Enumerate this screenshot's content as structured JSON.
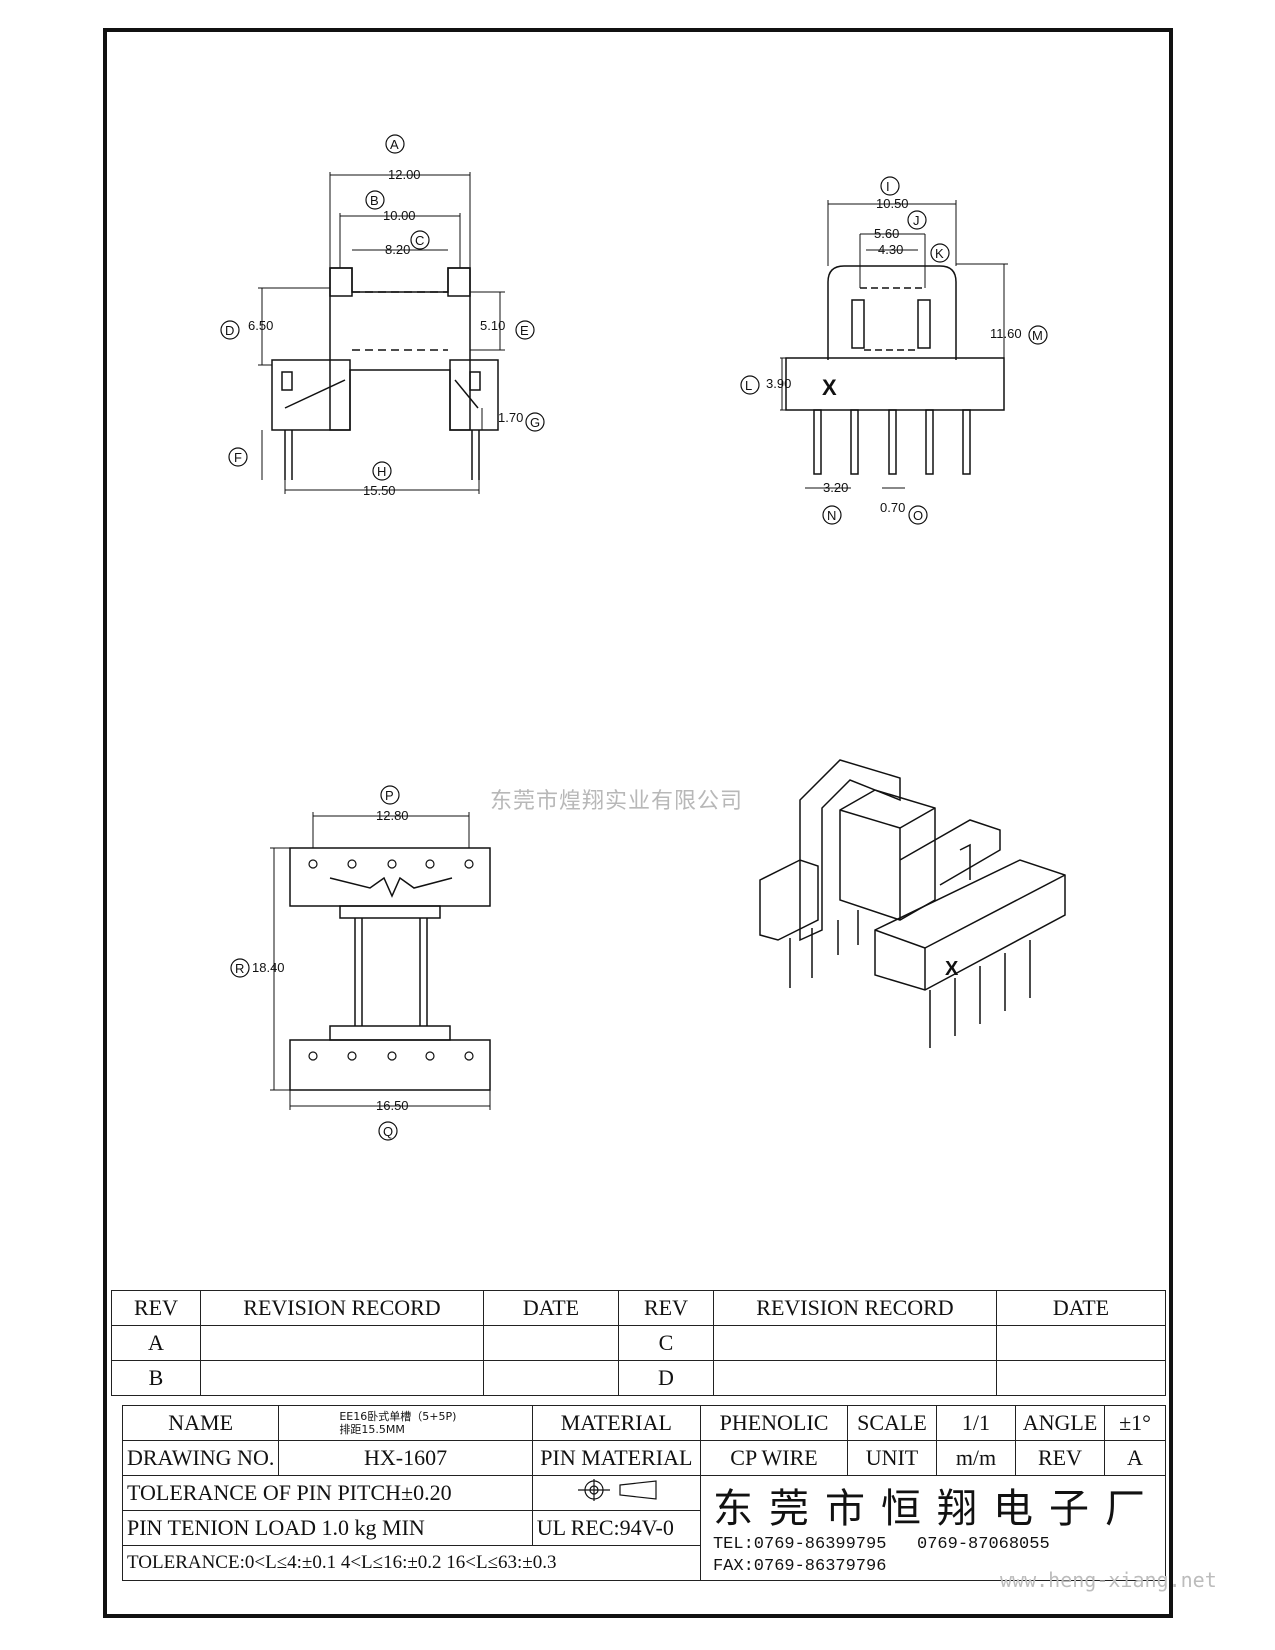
{
  "watermark": "东莞市煌翔实业有限公司",
  "website": "www.heng-xiang.net",
  "views": {
    "front": {
      "callouts": [
        "A",
        "B",
        "C",
        "D",
        "E",
        "F",
        "G",
        "H"
      ],
      "dims": {
        "a": "12.00",
        "b": "10.00",
        "c": "8.20",
        "d": "6.50",
        "e": "5.10",
        "g": "1.70",
        "h": "15.50"
      }
    },
    "side": {
      "callouts": [
        "I",
        "J",
        "K",
        "L",
        "M",
        "N",
        "O"
      ],
      "dims": {
        "i": "10.50",
        "j": "5.60",
        "k": "4.30",
        "l": "3.90",
        "m": "11.60",
        "n": "3.20",
        "o": "0.70"
      },
      "mark": "X"
    },
    "bottom": {
      "callouts": [
        "P",
        "Q",
        "R"
      ],
      "dims": {
        "p": "12.80",
        "q": "16.50",
        "r": "18.40"
      }
    },
    "iso": {
      "mark": "X"
    }
  },
  "revision_table": {
    "headers": [
      "REV",
      "REVISION RECORD",
      "DATE",
      "REV",
      "REVISION RECORD",
      "DATE"
    ],
    "rows": [
      [
        "A",
        "",
        "",
        "C",
        "",
        ""
      ],
      [
        "B",
        "",
        "",
        "D",
        "",
        ""
      ]
    ]
  },
  "title_block": {
    "name_label": "NAME",
    "name_value_line1": "EE16卧式单槽（5+5P)",
    "name_value_line2": "排距15.5MM",
    "material_label": "MATERIAL",
    "material_value": "PHENOLIC",
    "scale_label": "SCALE",
    "scale_value": "1/1",
    "angle_label": "ANGLE",
    "angle_value": "±1°",
    "drawing_no_label": "DRAWING NO.",
    "drawing_no_value": "HX-1607",
    "pin_material_label": "PIN MATERIAL",
    "pin_material_value": "CP WIRE",
    "unit_label": "UNIT",
    "unit_value": "m/m",
    "rev_label": "REV",
    "rev_value": "A",
    "tolerance_pitch": "TOLERANCE OF PIN PITCH±0.20",
    "pin_load": "PIN TENION LOAD  1.0 kg MIN",
    "ul": "UL REC:94V-0",
    "tolerance_ranges": "TOLERANCE:0<L≤4:±0.1  4<L≤16:±0.2  16<L≤63:±0.3",
    "company": "东莞市恒翔电子厂",
    "tel": "TEL:0769-86399795",
    "tel2": "0769-87068055",
    "fax": "FAX:0769-86379796"
  }
}
